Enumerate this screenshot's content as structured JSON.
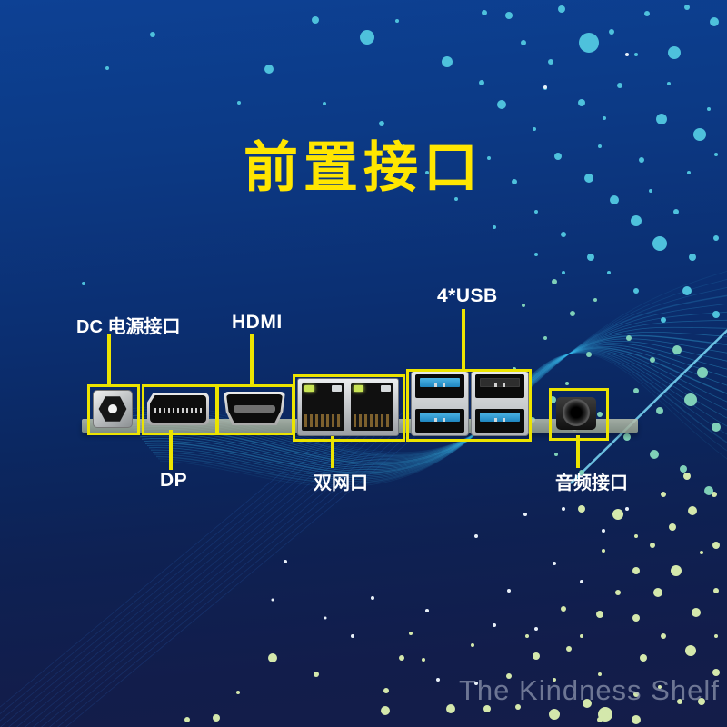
{
  "title": {
    "text": "前置接口"
  },
  "labels": {
    "dc": "DC 电源接口",
    "hdmi": "HDMI",
    "usb": "4*USB",
    "dp": "DP",
    "lan": "双网口",
    "audio": "音频接口"
  },
  "watermark": "The Kindness Shelf",
  "colors": {
    "background_top": "#0d4194",
    "background_bottom": "#141d49",
    "title_yellow": "#ffe600",
    "callout_yellow": "#ece400",
    "label_white": "#ffffff",
    "usb3_blue": "#2e9fd6",
    "led_green": "#c8e455",
    "dot_cyan": "#4ec1dc",
    "dot_teal": "#7fd0b8",
    "dot_pale": "#d4e8ac",
    "dot_white": "#e8f0f8"
  },
  "background": {
    "cyan_dots": [
      [
        168,
        38,
        3
      ],
      [
        296,
        76,
        5
      ],
      [
        347,
        22,
        4
      ],
      [
        404,
        41,
        8
      ],
      [
        437,
        23,
        2
      ],
      [
        492,
        68,
        6
      ],
      [
        263,
        113,
        2
      ],
      [
        118,
        75,
        2
      ],
      [
        92,
        312,
        2
      ],
      [
        357,
        114,
        2
      ],
      [
        533,
        14,
        3
      ],
      [
        560,
        17,
        4
      ],
      [
        576,
        47,
        3
      ],
      [
        618,
        10,
        4
      ],
      [
        648,
        47,
        11
      ],
      [
        673,
        35,
        3
      ],
      [
        712,
        15,
        3
      ],
      [
        742,
        58,
        7
      ],
      [
        786,
        24,
        5
      ],
      [
        756,
        8,
        3
      ],
      [
        530,
        91,
        3
      ],
      [
        552,
        115,
        5
      ],
      [
        606,
        68,
        3
      ],
      [
        600,
        97,
        2
      ],
      [
        640,
        113,
        4
      ],
      [
        665,
        130,
        2
      ],
      [
        682,
        94,
        3
      ],
      [
        700,
        60,
        2
      ],
      [
        728,
        131,
        6
      ],
      [
        736,
        92,
        2
      ],
      [
        770,
        148,
        7
      ],
      [
        780,
        120,
        2
      ],
      [
        706,
        176,
        3
      ],
      [
        660,
        161,
        2
      ],
      [
        758,
        190,
        2
      ],
      [
        788,
        170,
        2
      ],
      [
        588,
        142,
        2
      ],
      [
        614,
        172,
        4
      ],
      [
        566,
        200,
        3
      ],
      [
        538,
        174,
        2
      ],
      [
        502,
        219,
        2
      ],
      [
        470,
        190,
        2
      ],
      [
        444,
        161,
        2
      ],
      [
        420,
        136,
        3
      ],
      [
        648,
        196,
        5
      ],
      [
        676,
        220,
        5
      ],
      [
        700,
        243,
        6
      ],
      [
        726,
        268,
        8
      ],
      [
        762,
        283,
        4
      ],
      [
        788,
        262,
        3
      ],
      [
        744,
        233,
        3
      ],
      [
        716,
        210,
        2
      ],
      [
        590,
        233,
        2
      ],
      [
        620,
        258,
        3
      ],
      [
        650,
        283,
        4
      ],
      [
        544,
        250,
        2
      ],
      [
        756,
        320,
        5
      ],
      [
        788,
        346,
        4
      ],
      [
        730,
        352,
        3
      ],
      [
        700,
        320,
        3
      ],
      [
        670,
        300,
        2
      ],
      [
        620,
        300,
        2
      ],
      [
        590,
        280,
        2
      ]
    ],
    "teal_dots": [
      [
        745,
        385,
        5
      ],
      [
        773,
        410,
        6
      ],
      [
        718,
        396,
        3
      ],
      [
        692,
        372,
        3
      ],
      [
        760,
        440,
        7
      ],
      [
        788,
        470,
        5
      ],
      [
        726,
        452,
        4
      ],
      [
        700,
        430,
        3
      ],
      [
        648,
        390,
        3
      ],
      [
        608,
        440,
        4
      ],
      [
        632,
        470,
        4
      ],
      [
        660,
        456,
        3
      ],
      [
        690,
        481,
        4
      ],
      [
        720,
        500,
        5
      ],
      [
        752,
        516,
        4
      ],
      [
        780,
        540,
        5
      ],
      [
        640,
        520,
        3
      ],
      [
        612,
        500,
        2
      ],
      [
        586,
        462,
        3
      ],
      [
        630,
        345,
        3
      ],
      [
        655,
        330,
        2
      ],
      [
        610,
        310,
        3
      ],
      [
        576,
        336,
        2
      ],
      [
        600,
        372,
        2
      ],
      [
        566,
        406,
        2
      ],
      [
        624,
        422,
        2
      ]
    ],
    "pale_dots": [
      [
        300,
        724,
        5
      ],
      [
        348,
        742,
        3
      ],
      [
        424,
        782,
        5
      ],
      [
        442,
        724,
        3
      ],
      [
        466,
        726,
        2
      ],
      [
        425,
        760,
        3
      ],
      [
        496,
        780,
        5
      ],
      [
        520,
        710,
        2
      ],
      [
        452,
        697,
        2
      ],
      [
        536,
        780,
        4
      ],
      [
        570,
        778,
        3
      ],
      [
        590,
        722,
        4
      ],
      [
        610,
        748,
        2
      ],
      [
        626,
        714,
        3
      ],
      [
        646,
        774,
        5
      ],
      [
        660,
        742,
        2
      ],
      [
        640,
        700,
        2
      ],
      [
        620,
        670,
        3
      ],
      [
        660,
        676,
        4
      ],
      [
        680,
        652,
        3
      ],
      [
        700,
        628,
        4
      ],
      [
        718,
        600,
        3
      ],
      [
        740,
        580,
        4
      ],
      [
        762,
        562,
        5
      ],
      [
        786,
        544,
        3
      ],
      [
        700,
        590,
        2
      ],
      [
        680,
        566,
        6
      ],
      [
        730,
        544,
        3
      ],
      [
        756,
        524,
        4
      ],
      [
        640,
        560,
        4
      ],
      [
        664,
        606,
        2
      ],
      [
        700,
        680,
        4
      ],
      [
        724,
        652,
        5
      ],
      [
        744,
        628,
        6
      ],
      [
        766,
        674,
        5
      ],
      [
        788,
        650,
        3
      ],
      [
        708,
        724,
        4
      ],
      [
        730,
        700,
        3
      ],
      [
        760,
        716,
        6
      ],
      [
        788,
        740,
        4
      ],
      [
        700,
        764,
        3
      ],
      [
        726,
        756,
        2
      ],
      [
        772,
        772,
        4
      ],
      [
        748,
        772,
        3
      ],
      [
        700,
        792,
        5
      ],
      [
        660,
        792,
        3
      ],
      [
        788,
        700,
        2
      ],
      [
        788,
        600,
        4
      ],
      [
        772,
        608,
        2
      ],
      [
        560,
        744,
        3
      ],
      [
        610,
        786,
        6
      ],
      [
        580,
        700,
        2
      ],
      [
        666,
        786,
        8
      ],
      [
        238,
        790,
        4
      ],
      [
        262,
        762,
        2
      ],
      [
        206,
        792,
        3
      ]
    ],
    "white_dots": [
      [
        314,
        618,
        2
      ],
      [
        410,
        658,
        2
      ],
      [
        470,
        672,
        2
      ],
      [
        388,
        700,
        2
      ],
      [
        560,
        650,
        2
      ],
      [
        610,
        620,
        2
      ],
      [
        524,
        590,
        2
      ],
      [
        578,
        566,
        2
      ],
      [
        544,
        688,
        2
      ],
      [
        590,
        692,
        2
      ],
      [
        640,
        640,
        2
      ],
      [
        664,
        584,
        2
      ],
      [
        690,
        560,
        2
      ],
      [
        620,
        560,
        2
      ],
      [
        524,
        752,
        2
      ],
      [
        482,
        748,
        2
      ],
      [
        358,
        680,
        1.5
      ],
      [
        300,
        660,
        1.5
      ],
      [
        690,
        60,
        2
      ],
      [
        600,
        96,
        2
      ]
    ]
  }
}
